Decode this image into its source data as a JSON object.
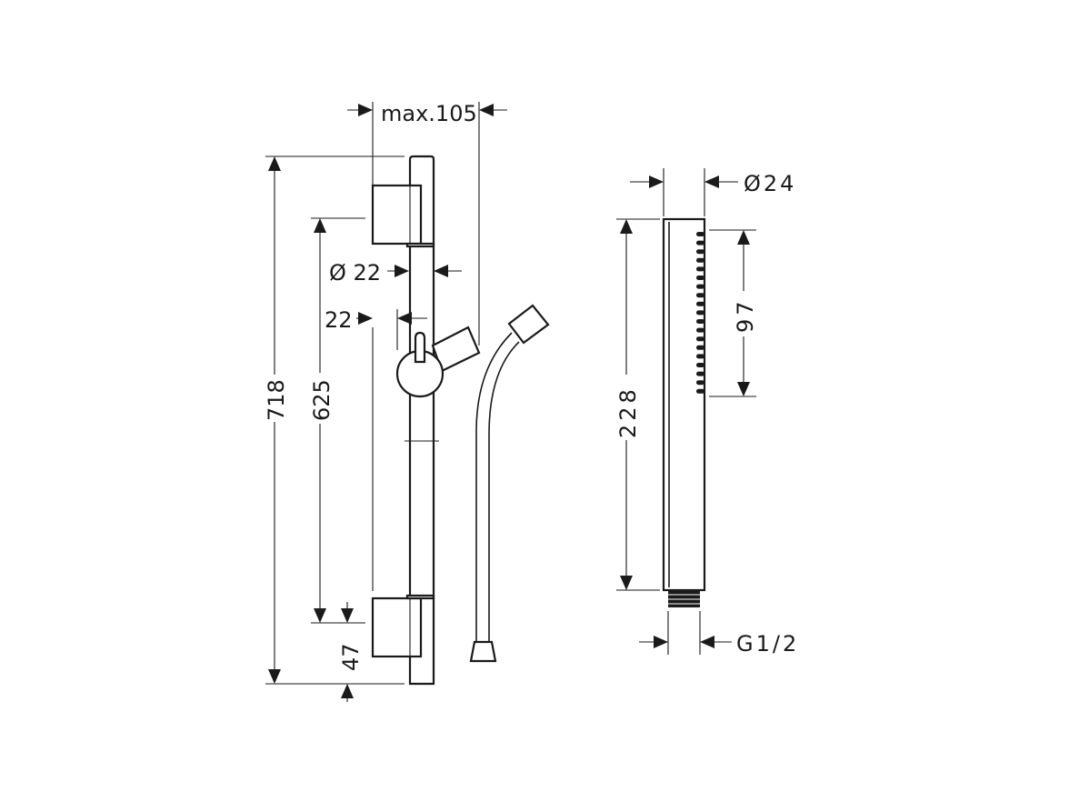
{
  "dimensions": {
    "max_reach": "max.105",
    "total_height": "718",
    "bracket_spacing": "625",
    "bar_diameter": "Ø 22",
    "bar_depth": "22",
    "bottom_offset": "47",
    "handshower_diameter": "Ø24",
    "handshower_length": "228",
    "spray_face_length": "97",
    "thread_size": "G1/2"
  }
}
